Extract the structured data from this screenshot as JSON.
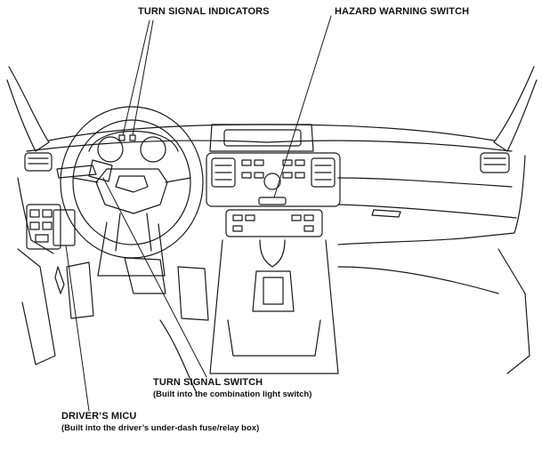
{
  "labels": {
    "turn_signal_indicators": "TURN SIGNAL INDICATORS",
    "hazard_warning_switch": "HAZARD WARNING SWITCH",
    "turn_signal_switch": "TURN SIGNAL SWITCH",
    "turn_signal_switch_note": "(Built into the combination light switch)",
    "drivers_micu": "DRIVER’S MICU",
    "drivers_micu_note": "(Built into the driver’s under-dash fuse/relay box)"
  },
  "colors": {
    "line": "#1a1a1a",
    "background": "#ffffff"
  }
}
